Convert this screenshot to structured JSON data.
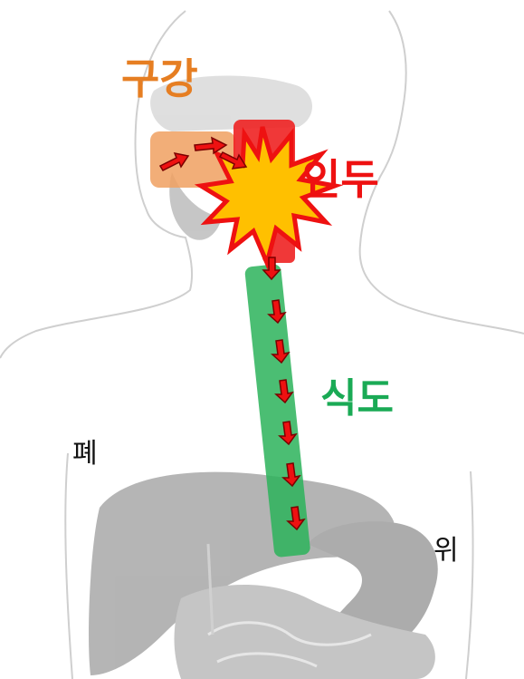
{
  "labels": {
    "oral_cavity": "구강",
    "pharynx": "인두",
    "esophagus": "식도",
    "lung": "폐",
    "stomach": "위"
  },
  "colors": {
    "oral_cavity": "#e67e22",
    "pharynx": "#ee1111",
    "esophagus": "#1aaa55",
    "arrow": "#ee1111",
    "burst_fill": "#ffc000",
    "burst_stroke": "#ee1111",
    "body_outline": "#c8c8c8",
    "organ": "#b4b4b4"
  }
}
